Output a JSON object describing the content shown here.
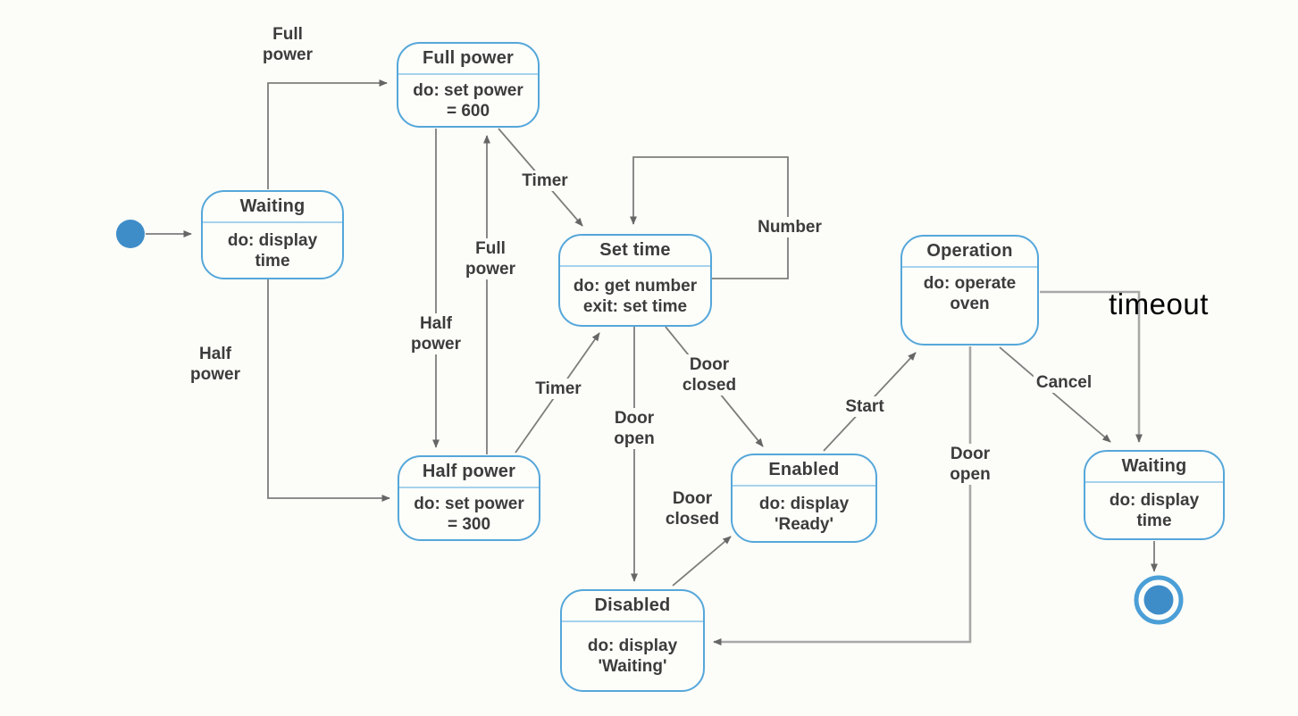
{
  "diagram": {
    "type": "uml-state-machine",
    "subject": "Microwave oven model",
    "colors": {
      "state_border": "#55a7da",
      "state_separator": "#a6d2ec",
      "state_fill": "#fdfdfa",
      "transition_line": "#7d7d7d",
      "light_transition_line": "#a8a8a8",
      "text": "#3c3c3c",
      "marker_fill": "#3e8dc9",
      "final_ring": "#4b9fd7",
      "annotation_text": "#000000",
      "background": "#fcfcf8"
    },
    "markers": {
      "initial": "initial-state-dot",
      "final": "final-state-bullseye"
    },
    "states": [
      {
        "id": "waiting-1",
        "name": "Waiting",
        "activities": [
          "do: display",
          "time"
        ]
      },
      {
        "id": "full-power",
        "name": "Full power",
        "activities": [
          "do: set power",
          "= 600"
        ]
      },
      {
        "id": "half-power",
        "name": "Half power",
        "activities": [
          "do: set power",
          "= 300"
        ]
      },
      {
        "id": "set-time",
        "name": "Set time",
        "activities": [
          "do: get number",
          "exit: set time"
        ]
      },
      {
        "id": "disabled",
        "name": "Disabled",
        "activities": [
          "do: display",
          "'Waiting'"
        ]
      },
      {
        "id": "enabled",
        "name": "Enabled",
        "activities": [
          "do: display",
          "'Ready'"
        ]
      },
      {
        "id": "operation",
        "name": "Operation",
        "activities": [
          "do: operate",
          "oven"
        ]
      },
      {
        "id": "waiting-2",
        "name": "Waiting",
        "activities": [
          "do: display",
          "time"
        ]
      }
    ],
    "transition_labels": [
      {
        "id": "full-power-from-waiting",
        "text": "Full\npower"
      },
      {
        "id": "half-power-from-waiting",
        "text": "Half\npower"
      },
      {
        "id": "half-power-mid",
        "text": "Half\npower"
      },
      {
        "id": "full-power-mid",
        "text": "Full\npower"
      },
      {
        "id": "timer-top",
        "text": "Timer"
      },
      {
        "id": "timer-bottom",
        "text": "Timer"
      },
      {
        "id": "number",
        "text": "Number"
      },
      {
        "id": "door-open-left",
        "text": "Door\nopen"
      },
      {
        "id": "door-closed-upper",
        "text": "Door\nclosed"
      },
      {
        "id": "door-closed-lower",
        "text": "Door\nclosed"
      },
      {
        "id": "start",
        "text": "Start"
      },
      {
        "id": "cancel",
        "text": "Cancel"
      },
      {
        "id": "door-open-right",
        "text": "Door\nopen"
      },
      {
        "id": "timeout",
        "text": "timeout"
      }
    ]
  }
}
